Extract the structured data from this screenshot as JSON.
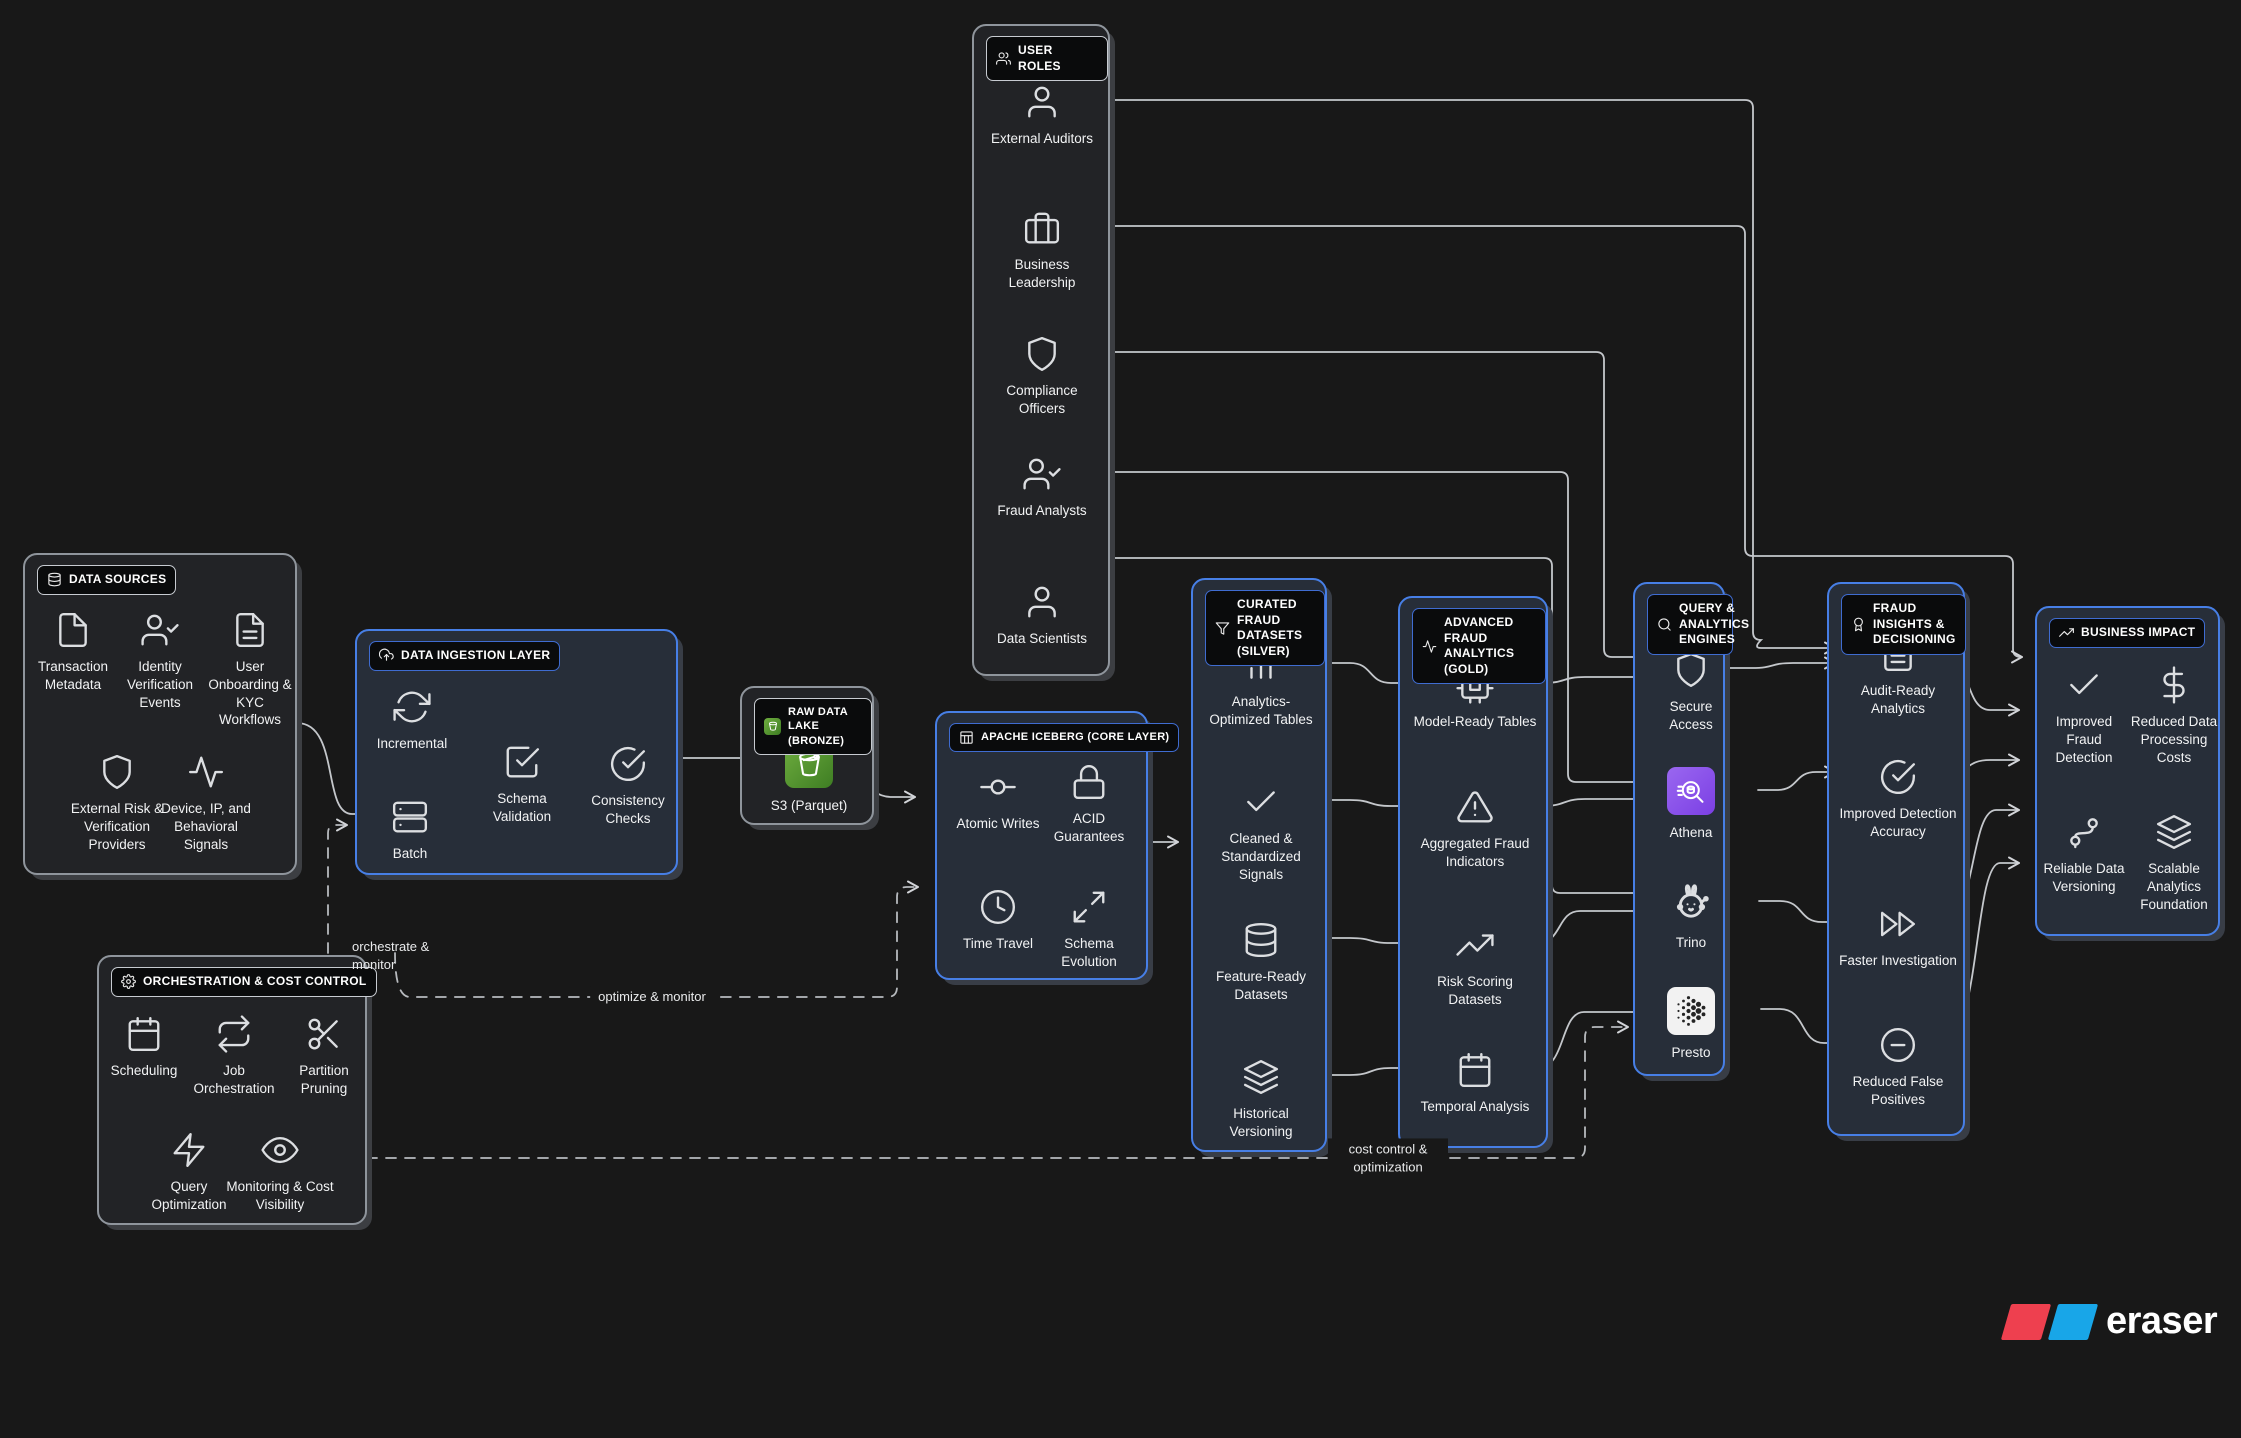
{
  "diagram": {
    "edge_labels": {
      "orchestrate": "orchestrate & monitor",
      "optimize": "optimize & monitor",
      "cost": "cost control & optimization"
    },
    "watermark": "eraser"
  },
  "panels": {
    "user_roles": {
      "title": "USER ROLES",
      "items": [
        "External Auditors",
        "Business Leadership",
        "Compliance Officers",
        "Fraud Analysts",
        "Data Scientists"
      ]
    },
    "data_sources": {
      "title": "DATA SOURCES",
      "items": [
        "Transaction Metadata",
        "Identity Verification Events",
        "User Onboarding & KYC Workflows",
        "External Risk & Verification Providers",
        "Device, IP, and Behavioral Signals"
      ]
    },
    "ingestion": {
      "title": "DATA INGESTION LAYER",
      "items": [
        "Incremental",
        "Batch",
        "Schema Validation",
        "Consistency Checks"
      ]
    },
    "raw_lake": {
      "title": "RAW DATA LAKE (BRONZE)",
      "items": [
        "S3 (Parquet)"
      ]
    },
    "iceberg": {
      "title": "APACHE ICEBERG (CORE LAYER)",
      "items": [
        "Atomic Writes",
        "ACID Guarantees",
        "Time Travel",
        "Schema Evolution"
      ]
    },
    "orchestration": {
      "title": "ORCHESTRATION & COST CONTROL",
      "items": [
        "Scheduling",
        "Job Orchestration",
        "Partition Pruning",
        "Query Optimization",
        "Monitoring & Cost Visibility"
      ]
    },
    "silver": {
      "title": "CURATED FRAUD DATASETS (SILVER)",
      "items": [
        "Analytics-Optimized Tables",
        "Cleaned & Standardized Signals",
        "Feature-Ready Datasets",
        "Historical Versioning"
      ]
    },
    "gold": {
      "title": "ADVANCED FRAUD ANALYTICS (GOLD)",
      "items": [
        "Model-Ready Tables",
        "Aggregated Fraud Indicators",
        "Risk Scoring Datasets",
        "Temporal Analysis"
      ]
    },
    "engines": {
      "title": "QUERY & ANALYTICS ENGINES",
      "items": [
        "Secure Access",
        "Athena",
        "Trino",
        "Presto"
      ]
    },
    "insights": {
      "title": "FRAUD INSIGHTS & DECISIONING",
      "items": [
        "Audit-Ready Analytics",
        "Improved Detection Accuracy",
        "Faster Investigation",
        "Reduced False Positives"
      ]
    },
    "impact": {
      "title": "BUSINESS IMPACT",
      "items": [
        "Improved Fraud Detection",
        "Reduced Data Processing Costs",
        "Reliable Data Versioning",
        "Scalable Analytics Foundation"
      ]
    }
  },
  "colors": {
    "accent_blue": "#477fe6",
    "panel_gray_border": "#8f959c",
    "s3_green": "#4f8a2b",
    "athena_purple": "#7b3fe4",
    "logo_red": "#ee404f",
    "logo_blue": "#18a6e8",
    "background": "#181818"
  }
}
